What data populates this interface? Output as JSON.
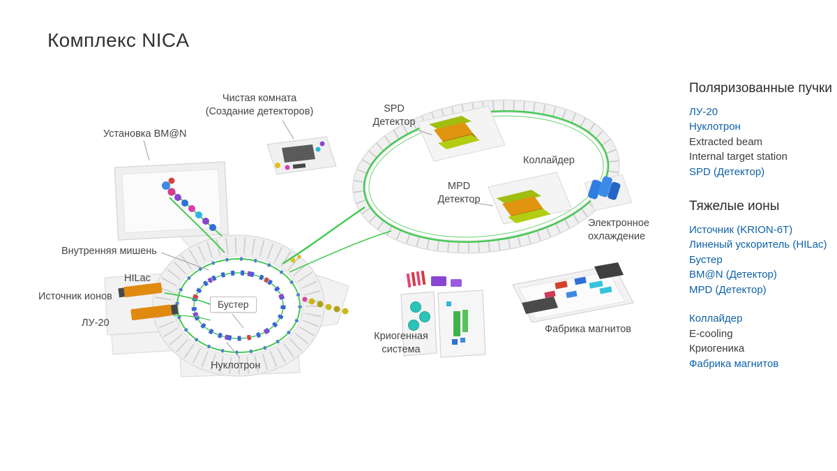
{
  "page": {
    "title": "Комплекс NICA"
  },
  "colors": {
    "beam_green": "#41c94f",
    "link_blue": "#0f62a8",
    "detector_orange": "#e0940f",
    "detector_green": "#a6c60e",
    "magnet_blue": "#2f6fd6",
    "cryo_teal": "#2cc4b8"
  },
  "diagram": {
    "labels": {
      "bman": "Установка BM@N",
      "cleanroom1": "Чистая комната",
      "cleanroom2": "(Создание детекторов)",
      "spd1": "SPD",
      "spd2": "Детектор",
      "collider": "Коллайдер",
      "mpd1": "MPD",
      "mpd2": "Детектор",
      "ecool1": "Электронное",
      "ecool2": "охлаждение",
      "internal_target": "Внутренняя мишень",
      "hilac": "HILac",
      "ion_source": "Источник ионов",
      "lu20": "ЛУ-20",
      "booster": "Бустер",
      "nuclotron": "Нуклотрон",
      "cryo1": "Криогенная",
      "cryo2": "система",
      "magnet_factory": "Фабрика магнитов"
    }
  },
  "sidebar": {
    "polarized": {
      "heading": "Поляризованные пучки",
      "items": [
        {
          "label": "ЛУ-20",
          "link": true
        },
        {
          "label": "Нуклотрон",
          "link": true
        },
        {
          "label": "Extracted beam",
          "link": false
        },
        {
          "label": "Internal target station",
          "link": false
        },
        {
          "label": "SPD (Детектор)",
          "link": true
        }
      ]
    },
    "heavy_ions": {
      "heading": "Тяжелые ионы",
      "items": [
        {
          "label": "Источник (KRION-6T)",
          "link": true
        },
        {
          "label": "Линеный ускоритель (HILac)",
          "link": true
        },
        {
          "label": "Бустер",
          "link": true
        },
        {
          "label": "BM@N (Детектор)",
          "link": true
        },
        {
          "label": "MPD (Детектор)",
          "link": true
        },
        {
          "label": "Коллайдер",
          "link": true
        },
        {
          "label": "E-cooling",
          "link": false
        },
        {
          "label": "Криогеника",
          "link": false
        },
        {
          "label": "Фабрика магнитов",
          "link": true
        }
      ]
    }
  }
}
